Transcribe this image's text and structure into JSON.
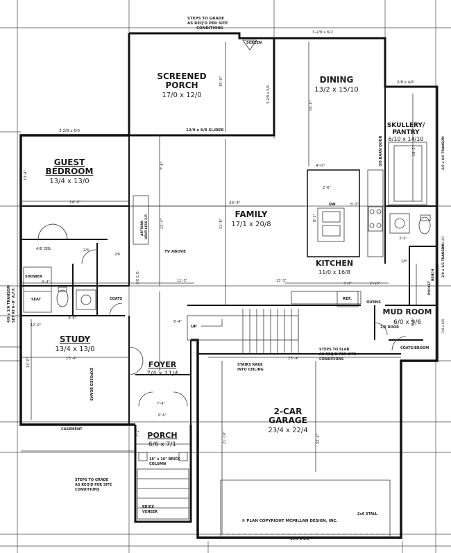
{
  "rooms": {
    "screened_porch": {
      "name1": "SCREENED",
      "name2": "PORCH",
      "size": "17/0 x 12/0"
    },
    "dining": {
      "name": "DINING",
      "size": "13/2 x 15/10"
    },
    "skullery": {
      "name1": "SKULLERY/",
      "name2": "PANTRY",
      "size": "6/10 x 14/10"
    },
    "guest_bedroom": {
      "name1": "GUEST",
      "name2": "BEDROOM",
      "size": "13/4 x 13/0"
    },
    "family": {
      "name": "FAMILY",
      "size": "17/1 x 20/8"
    },
    "kitchen": {
      "name": "KITCHEN",
      "size": "11/0 x 16/8"
    },
    "mud_room": {
      "name": "MUD ROOM",
      "size": "6/0 x 9/6"
    },
    "study": {
      "name": "STUDY",
      "size": "13/4 x 13/0"
    },
    "foyer": {
      "name": "FOYER",
      "size": "7/4 x 11/4"
    },
    "garage": {
      "name1": "2-CAR",
      "name2": "GARAGE",
      "size": "23/4 x 22/4"
    },
    "porch": {
      "name": "PORCH",
      "size": "6/6 x 7/1"
    }
  },
  "notes": {
    "steps_top_1": "STEPS TO GRADE",
    "steps_top_2": "AS REQ'D PER SITE",
    "steps_top_3": "CONDITIONS",
    "screen": "SCREEN",
    "slider": "12/0 x 6/8 SLIDER",
    "barn_door": "3/0 BARN DOOR",
    "artisan": "ARTISAN",
    "vent_fp": "VENT-LESS F.P.",
    "tv_above": "TV ABOVE",
    "dw": "DW",
    "ref": "REF.",
    "ovens": "OVENS",
    "coats_shoes": "COATS/BROOM",
    "mudroom_door": "2/8 DOOR",
    "pocket": "POCKET",
    "steps_slab_1": "STEPS TO SLAB",
    "steps_slab_2": "AS REQ'D PER SITE",
    "steps_slab_3": "CONDITIONS",
    "stairs_ceiling_1": "STAIRS RAKE",
    "stairs_ceiling_2": "INTO CEILING",
    "up": "UP",
    "shower": "SHOWER",
    "seat": "SEAT",
    "coats": "COATS",
    "exposed_beams": "EXPOSED BEAMS",
    "casement": "CASEMENT",
    "bench": "BENCH",
    "brick_column_1": "16\" x 16\" BRICK",
    "brick_column_2": "COLUMN",
    "steps_porch_1": "STEPS TO GRADE",
    "steps_porch_2": "AS REQ'D PER SITE",
    "steps_porch_3": "CONDITIONS",
    "brick_veneer_1": "BRICK",
    "brick_veneer_2": "VENEER",
    "copyright": "© PLAN COPYRIGHT MCMILLAN DESIGN, INC.",
    "garage_door": "16/0 x 8/0",
    "transom_left_1": "4/0 x 1/6 TRANSOM",
    "transom_left_2": "SET AT 6'-8\" A.F.F.",
    "transom_right": "2/0 x 1/6 TRANSOM",
    "pantry_window": "2/0 x 4/0 TRANSOM",
    "stall": "2x6 STALL"
  },
  "dims": {
    "d_3_2_6_2": "3-2/8 x 6/2",
    "d_2_8_4_6": "2/8 x 4/6",
    "d_3_2_6_5_6": "3-2/8 x 5/6",
    "d_3_2_6_6_0": "3-2/8 x 6/0",
    "d_2_8_4_2": "2/8 x 4/2",
    "d_2_8_6_8": "2/8 x 6/8",
    "d_4_0": "4'-0\"",
    "d_2_6": "2'-6\"",
    "d_8_3": "8'-3\"",
    "d_14_0": "14'-0\"",
    "d_20_4": "20'-4\"",
    "d_15_0": "15'-0\"",
    "d_15_5": "15'-5\"",
    "d_21_8": "21'-8\"",
    "d_16_2": "16'-2\"",
    "d_11_4": "11'-4\"",
    "d_7_8": "7'-8\"",
    "d_11_3": "11'-3\"",
    "d_13_3": "13'-3\"",
    "d_3_3": "3'-3\"",
    "d_2_10": "2'-10\"",
    "d_8_1": "8'-1\"",
    "d_4_4": "4'-4\"",
    "d_13_4": "13'-4\"",
    "d_13_0": "13'-0\"",
    "d_7_4": "7'-4\"",
    "d_21_10": "21'-10\"",
    "d_22_4": "22'-4\"",
    "d_23_4": "23'-4\"",
    "d_6_6": "6'-6\"",
    "d_7_1": "7'-1\"",
    "d_4_8_dbl": "4/8 DBL",
    "d_2_4": "2/4",
    "d_2_6b": "2/6",
    "d_3_0_co": "3/0 C.O.",
    "d_2_8": "2/8",
    "d_3_6": "3'-6\"",
    "d_12_0": "12'-0\"",
    "d_3_9": "3'-9\"",
    "d_9_6": "9'-6\"",
    "d_8_4": "8'-4\""
  }
}
